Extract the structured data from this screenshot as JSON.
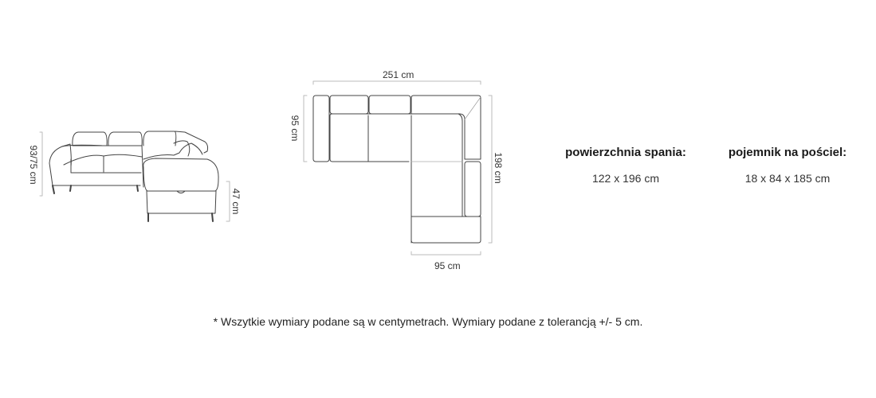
{
  "front_view": {
    "height_label": "93/75 cm",
    "seat_height_label": "47 cm"
  },
  "top_view": {
    "width_label": "251 cm",
    "depth_label": "95 cm",
    "length_label": "198 cm",
    "chaise_width_label": "95 cm"
  },
  "specs": [
    {
      "title": "powierzchnia spania:",
      "value": "122 x 196 cm"
    },
    {
      "title": "pojemnik na pościel:",
      "value": "18 x 84 x 185 cm"
    }
  ],
  "footnote": "* Wszytkie wymiary podane są w centymetrach. Wymiary podane z tolerancją +/- 5 cm.",
  "colors": {
    "line": "#444444",
    "dim": "#bbbbbb"
  }
}
